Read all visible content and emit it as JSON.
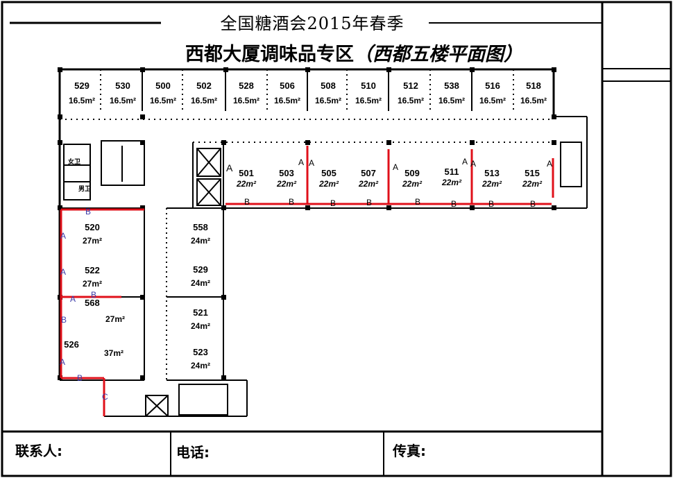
{
  "header": {
    "title_line1": "全国糖酒会2015年春季",
    "title_line2": "西都大厦调味品专区",
    "title_line2_paren": "（西都五楼平面图）"
  },
  "footer": {
    "contact_label": "联系人:",
    "phone_label": "电话:",
    "fax_label": "传真:"
  },
  "top_row_rooms": [
    {
      "number": "529",
      "area": "16.5m²"
    },
    {
      "number": "530",
      "area": "16.5m²"
    },
    {
      "number": "500",
      "area": "16.5m²"
    },
    {
      "number": "502",
      "area": "16.5m²"
    },
    {
      "number": "528",
      "area": "16.5m²"
    },
    {
      "number": "506",
      "area": "16.5m²"
    },
    {
      "number": "508",
      "area": "16.5m²"
    },
    {
      "number": "510",
      "area": "16.5m²"
    },
    {
      "number": "512",
      "area": "16.5m²"
    },
    {
      "number": "538",
      "area": "16.5m²"
    },
    {
      "number": "516",
      "area": "16.5m²"
    },
    {
      "number": "518",
      "area": "16.5m²"
    }
  ],
  "middle_row_rooms": [
    {
      "number": "501",
      "area": "22m²"
    },
    {
      "number": "503",
      "area": "22m²"
    },
    {
      "number": "505",
      "area": "22m²"
    },
    {
      "number": "507",
      "area": "22m²"
    },
    {
      "number": "509",
      "area": "22m²"
    },
    {
      "number": "511",
      "area": "22m²"
    },
    {
      "number": "513",
      "area": "22m²"
    },
    {
      "number": "515",
      "area": "22m²"
    }
  ],
  "left_rooms": [
    {
      "number": "520",
      "area": "27m²"
    },
    {
      "number": "522",
      "area": "27m²"
    },
    {
      "number": "568",
      "area": "27m²"
    },
    {
      "number": "526",
      "area": "37m²"
    }
  ],
  "center_rooms": [
    {
      "number": "558",
      "area": "24m²"
    },
    {
      "number": "529",
      "area": "24m²"
    },
    {
      "number": "521",
      "area": "24m²"
    },
    {
      "number": "523",
      "area": "24m²"
    }
  ],
  "restrooms": {
    "women": "女卫",
    "men": "男卫"
  },
  "markers": {
    "a": "A",
    "b": "B",
    "c": "C"
  },
  "colors": {
    "wall": "#000000",
    "red_line": "#e0101a",
    "blue_mark": "#3a3aa8"
  }
}
